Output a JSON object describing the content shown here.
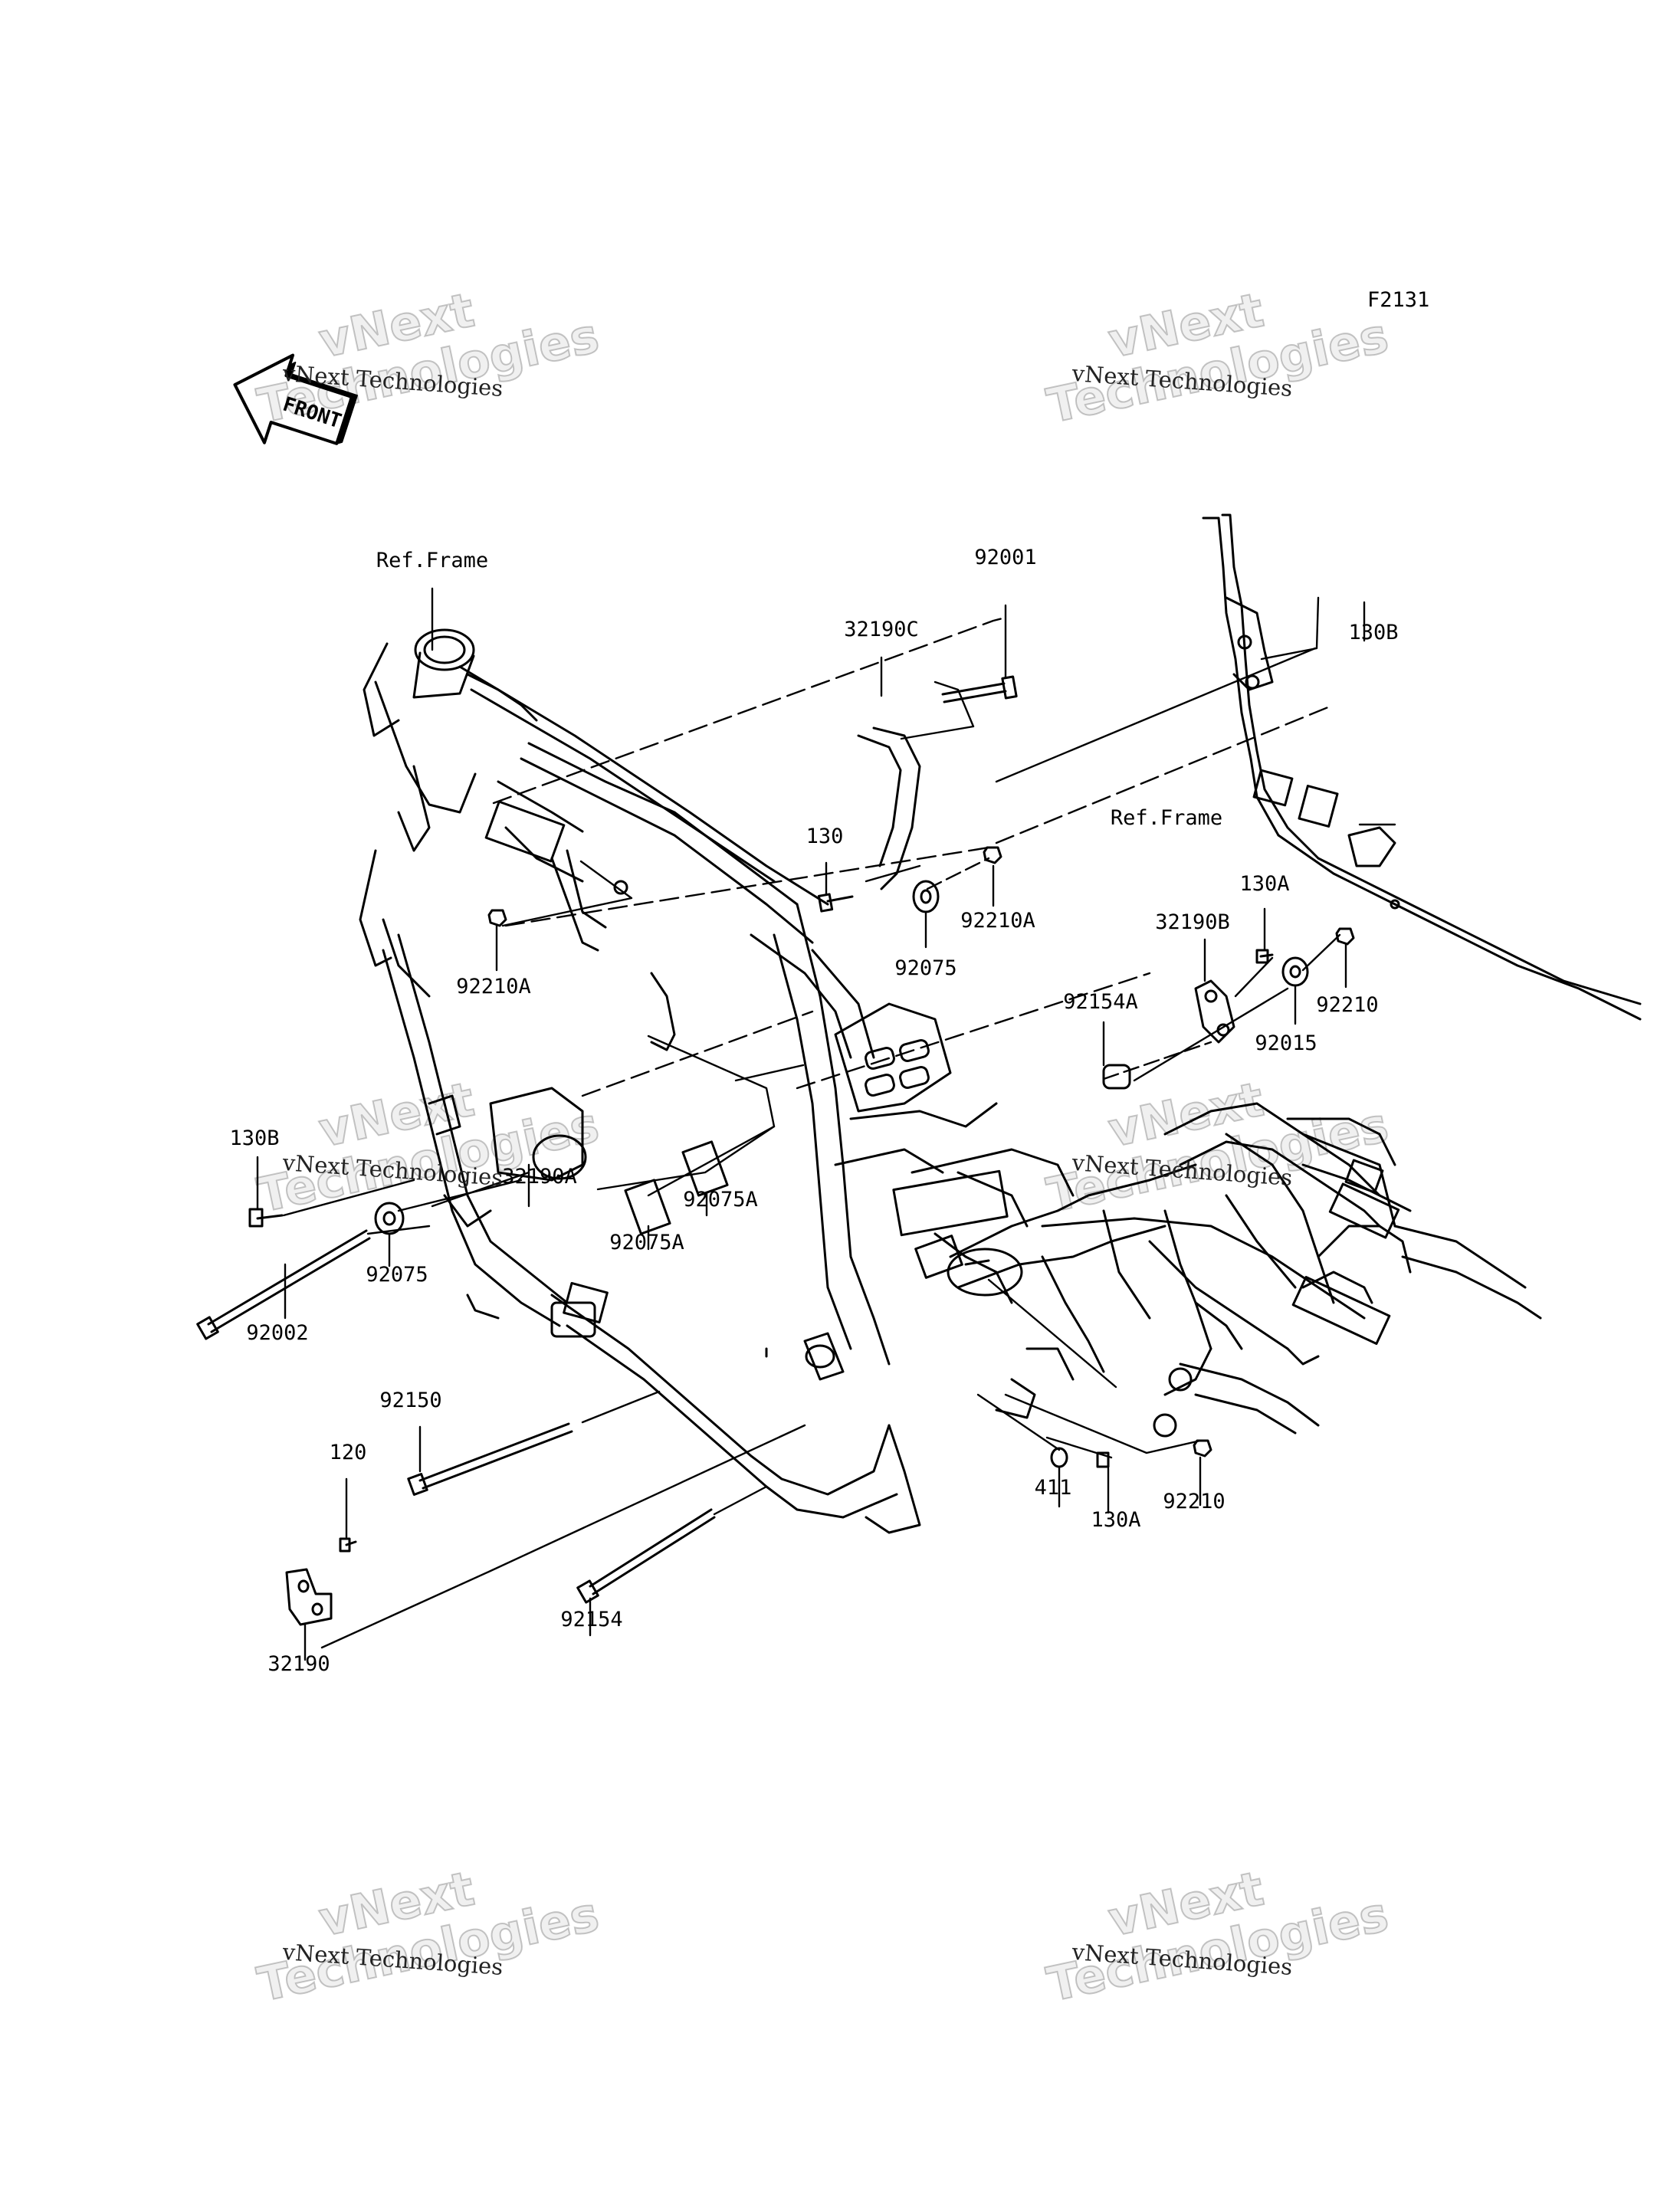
{
  "figure_code": "F2131",
  "front_badge": "FRONT",
  "watermark": {
    "line1": "vNext Technologies",
    "big_top": "vNext",
    "big_bottom": "Technologies"
  },
  "labels": {
    "ref_frame_1": "Ref.Frame",
    "ref_frame_2": "Ref.Frame",
    "p92001": "92001",
    "p32190C": "32190C",
    "p130B_top": "130B",
    "p130": "130",
    "p92210A_right": "92210A",
    "p92075_mid": "92075",
    "p92210A_left": "92210A",
    "p130A_top": "130A",
    "p32190B": "32190B",
    "p92154A": "92154A",
    "p92210_right": "92210",
    "p92015": "92015",
    "p130B_left": "130B",
    "p32190A": "32190A",
    "p92075A_right": "92075A",
    "p92075A_left": "92075A",
    "p92075_left": "92075",
    "p92002": "92002",
    "p92150": "92150",
    "p120": "120",
    "p411": "411",
    "p130A_bottom": "130A",
    "p92210_bottom": "92210",
    "p92154": "92154",
    "p32190": "32190"
  }
}
